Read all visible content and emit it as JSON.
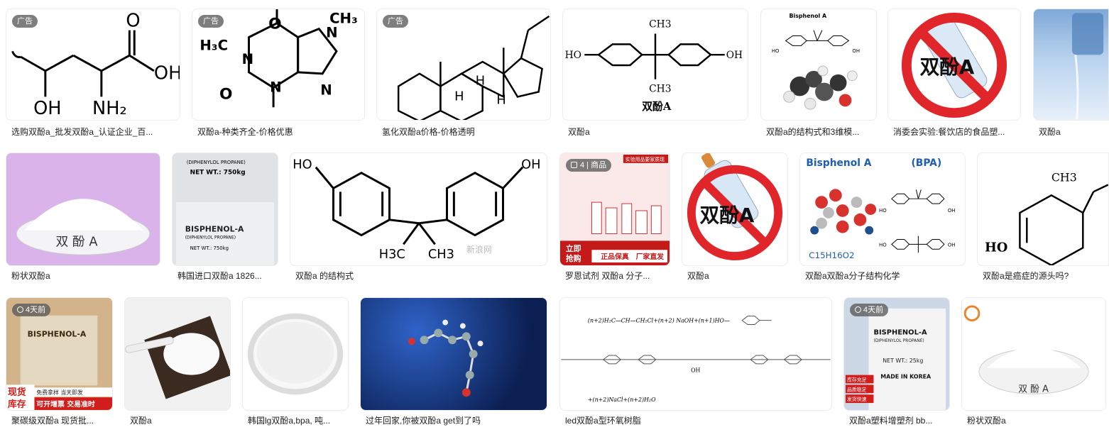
{
  "row1": [
    {
      "caption": "选购双酚a_批发双酚a_认证企业_百...",
      "badge": "广告"
    },
    {
      "caption": "双酚a-种类齐全-价格优惠",
      "badge": "广告"
    },
    {
      "caption": "氢化双酚a价格-价格透明",
      "badge": "广告"
    },
    {
      "caption": "双酚a",
      "img_text": {
        "ch3_top": "CH3",
        "ch3_bottom": "CH3",
        "ho": "HO",
        "oh": "OH",
        "name": "双酚A"
      }
    },
    {
      "caption": "双酚a的结构式和3维模...",
      "img_text": {
        "title": "Bisphenol A",
        "ho": "HO",
        "oh": "OH"
      }
    },
    {
      "caption": "消委会实验:餐饮店的食品塑...",
      "img_text": {
        "label": "双酚A"
      }
    },
    {
      "caption": "双酚a"
    }
  ],
  "row2": [
    {
      "caption": "粉状双酚a",
      "img_text": {
        "label": "双 酚 A"
      }
    },
    {
      "caption": "韩国进口双酚a 1826...",
      "img_text": {
        "line1": "(DIPHENYLOL PROPANE)",
        "line2": "NET WT.: 750kg",
        "line3": "BISPHENOL-A",
        "line4": "(DIPHENYLOL PROPANE)",
        "line5": "NET WT.: 750kg"
      }
    },
    {
      "caption": "双酚a 的结构式",
      "img_text": {
        "ho": "HO",
        "oh": "OH",
        "h3c": "H3C",
        "ch3": "CH3",
        "watermark": "新浪网"
      }
    },
    {
      "caption": "罗恩试剂 双酚a 分子...",
      "badge": "4 | 商品",
      "img_text": {
        "banner": "实验用品要家质现",
        "btn1": "立即",
        "btn2": "抢购",
        "tag1": "正品保真",
        "tag2": "厂家直发"
      }
    },
    {
      "caption": "双酚a",
      "img_text": {
        "label": "双酚A"
      }
    },
    {
      "caption": "双酚a双酚a分子结构化学",
      "img_text": {
        "title": "Bisphenol A",
        "abbr": "(BPA)",
        "formula": "C15H16O2",
        "ho1": "HO",
        "oh1": "OH",
        "ho2": "HO",
        "oh2": "OH"
      }
    },
    {
      "caption": "双酚a是癌症的源头吗?",
      "img_text": {
        "ch3": "CH3",
        "ho": "HO"
      }
    }
  ],
  "row3": [
    {
      "caption": "聚碳级双酚a 现货批...",
      "badge": "4天前",
      "img_text": {
        "bag": "BISPHENOL-A",
        "l1": "现货",
        "l2": "库存",
        "r1": "免费拿样  当天即发",
        "r2": "可开增票  交易准时"
      }
    },
    {
      "caption": "双酚a"
    },
    {
      "caption": "韩国lg双酚a,bpa, 吨..."
    },
    {
      "caption": "过年回家,你被双酚a get到了吗"
    },
    {
      "caption": "led双酚a型环氧树脂",
      "img_text": {
        "eq1": "(n+2)H₂C—CH—CH₂Cl+(n+2) NaOH+(n+1)HO—",
        "eq2": "+(n+2)NaCl+(n+2)H₂O",
        "oh": "OH"
      }
    },
    {
      "caption": "双酚a塑料增塑剂 bb...",
      "badge": "4天前",
      "img_text": {
        "bag": "BISPHENOL-A",
        "sub": "(DIPHENYLOL PROPANE)",
        "wt": "NET WT.: 25kg",
        "made": "MADE IN KOREA",
        "b1": "库存充足",
        "b2": "品质稳定",
        "b3": "发货快速"
      }
    },
    {
      "caption": "粉状双酚a",
      "img_text": {
        "label": "双 酚 A"
      }
    }
  ],
  "colors": {
    "badge_bg": "#5a5a5a",
    "red_ban": "#e0262b",
    "purple_bg": "#d9b3ea",
    "navy_bg": "#0b1f52"
  }
}
